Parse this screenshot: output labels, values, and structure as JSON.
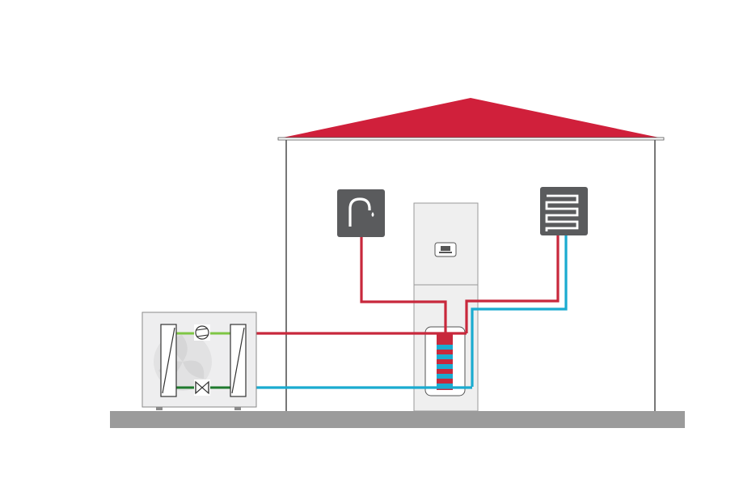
{
  "diagram": {
    "components": [
      {
        "id": "house",
        "icon": "house-outline"
      },
      {
        "id": "roof",
        "icon": "roof"
      },
      {
        "id": "ground",
        "icon": "ground-slab"
      },
      {
        "id": "outdoor_unit",
        "icon": "heat-pump-outdoor-unit"
      },
      {
        "id": "fan",
        "icon": "fan-icon"
      },
      {
        "id": "heat_exchanger_left",
        "icon": "heat-exchanger-icon"
      },
      {
        "id": "heat_exchanger_right",
        "icon": "heat-exchanger-icon"
      },
      {
        "id": "compressor",
        "icon": "compressor-icon"
      },
      {
        "id": "expansion_valve",
        "icon": "expansion-valve-icon"
      },
      {
        "id": "indoor_unit",
        "icon": "indoor-unit-tower"
      },
      {
        "id": "control_panel",
        "icon": "display-panel-icon"
      },
      {
        "id": "water_tank",
        "icon": "hot-water-cylinder"
      },
      {
        "id": "hot_water_tap",
        "icon": "faucet-icon"
      },
      {
        "id": "underfloor_heating",
        "icon": "floor-heating-coil-icon"
      }
    ],
    "pipes": [
      {
        "from": "outdoor_unit",
        "to": "indoor_unit",
        "kind": "flow"
      },
      {
        "from": "indoor_unit",
        "to": "outdoor_unit",
        "kind": "return"
      },
      {
        "from": "water_tank",
        "to": "hot_water_tap",
        "kind": "flow"
      },
      {
        "from": "indoor_unit",
        "to": "underfloor_heating",
        "kind": "flow"
      },
      {
        "from": "underfloor_heating",
        "to": "indoor_unit",
        "kind": "return"
      },
      {
        "from": "compressor",
        "to": "heat_exchanger_right",
        "kind": "refrigerant-hot"
      },
      {
        "from": "expansion_valve",
        "to": "heat_exchanger_left",
        "kind": "refrigerant-cold"
      }
    ]
  },
  "colors": {
    "roof": "#d0203b",
    "flow_pipe": "#c8283c",
    "return_pipe": "#1aabd0",
    "refrigerant_hot": "#7ec644",
    "refrigerant_cold": "#1f7a2e",
    "ground": "#9b9b9b",
    "wall_outline": "#4a4a4a",
    "icon_box": "#5a5b5d",
    "unit_body": "#eeeeef",
    "unit_outline": "#8a8a8a"
  }
}
